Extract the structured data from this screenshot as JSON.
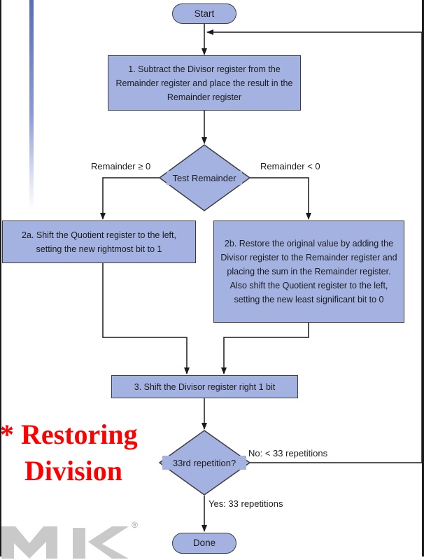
{
  "flowchart": {
    "start": "Start",
    "step1": "1. Subtract the Divisor register from the Remainder register and place the result in the Remainder register",
    "decision1": "Test Remainder",
    "branch_ge": "Remainder ≥ 0",
    "branch_lt": "Remainder < 0",
    "step2a": "2a. Shift the Quotient register to the left, setting the new rightmost bit to 1",
    "step2b": "2b. Restore the original value by adding the Divisor register to the Remainder register and placing the sum in the Remainder register. Also shift the Quotient register to the left, setting the new least significant bit to 0",
    "step3": "3. Shift the Divisor register right 1 bit",
    "decision2": "33rd repetition?",
    "loop_label": "No: < 33 repetitions",
    "exit_label": "Yes: 33 repetitions",
    "done": "Done"
  },
  "overlay": {
    "line1": "* Restoring",
    "line2": "Division"
  },
  "logo": {
    "text": "MK",
    "registered": "®"
  },
  "colors": {
    "node_fill": "#a4b2e2",
    "node_border": "#3d3d3d",
    "line": "#1a1a1a",
    "overlay_text": "#ff0000",
    "accent_stripe": "#5a6fae"
  }
}
